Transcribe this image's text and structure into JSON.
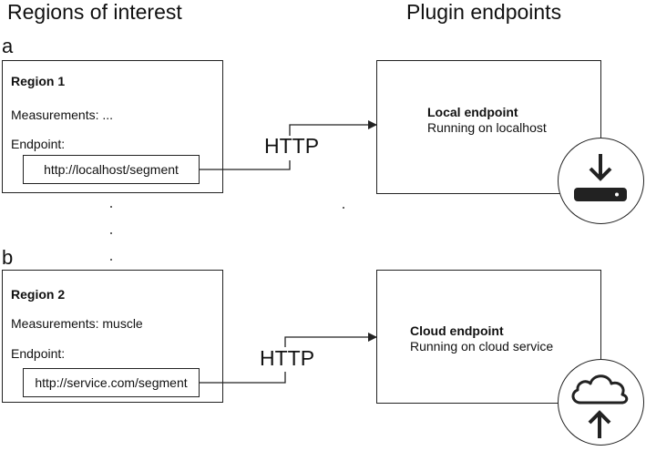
{
  "headings": {
    "left": "Regions of interest",
    "right": "Plugin endpoints"
  },
  "panels": [
    {
      "label": "a",
      "region": {
        "title": "Region 1",
        "measurements": "Measurements: ...",
        "endpoint_label": "Endpoint:",
        "endpoint_url": "http://localhost/segment"
      },
      "protocol": "HTTP",
      "endpoint": {
        "title": "Local endpoint",
        "subtitle": "Running on localhost",
        "icon": "download-server-icon"
      }
    },
    {
      "label": "b",
      "region": {
        "title": "Region 2",
        "measurements": "Measurements: muscle",
        "endpoint_label": "Endpoint:",
        "endpoint_url": "http://service.com/segment"
      },
      "protocol": "HTTP",
      "endpoint": {
        "title": "Cloud endpoint",
        "subtitle": "Running on cloud service",
        "icon": "cloud-upload-icon"
      }
    }
  ],
  "colors": {
    "stroke": "#222222",
    "background": "#ffffff"
  }
}
